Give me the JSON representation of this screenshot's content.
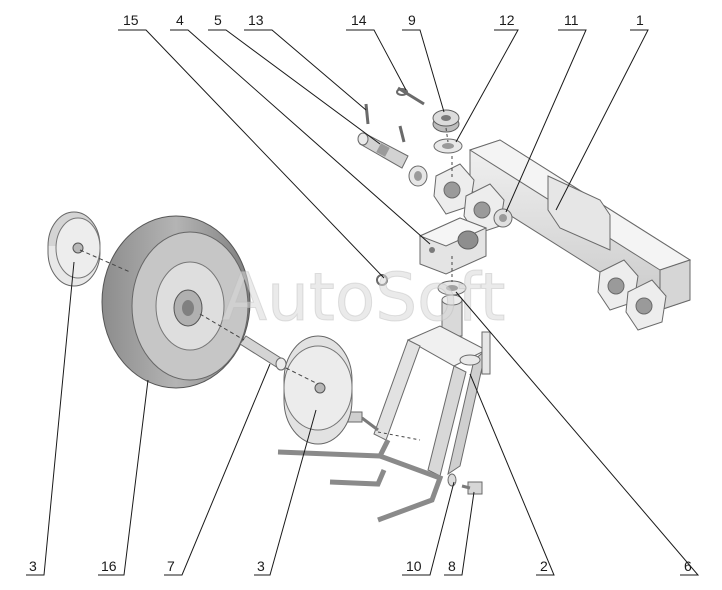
{
  "watermark": "AutoSoft",
  "callouts": [
    {
      "id": "c15-top",
      "label": "15"
    },
    {
      "id": "c4-top",
      "label": "4"
    },
    {
      "id": "c5-top",
      "label": "5"
    },
    {
      "id": "c13-top",
      "label": "13"
    },
    {
      "id": "c14-top",
      "label": "14"
    },
    {
      "id": "c9-top",
      "label": "9"
    },
    {
      "id": "c12-top",
      "label": "12"
    },
    {
      "id": "c11-top",
      "label": "11"
    },
    {
      "id": "c1-top",
      "label": "1"
    },
    {
      "id": "c3-left",
      "label": "3"
    },
    {
      "id": "c16-bottom",
      "label": "16"
    },
    {
      "id": "c7-bottom",
      "label": "7"
    },
    {
      "id": "c3-bottom",
      "label": "3"
    },
    {
      "id": "c10-bottom",
      "label": "10"
    },
    {
      "id": "c8-bottom",
      "label": "8"
    },
    {
      "id": "c2-bottom",
      "label": "2"
    },
    {
      "id": "c6-bottom",
      "label": "6"
    }
  ]
}
